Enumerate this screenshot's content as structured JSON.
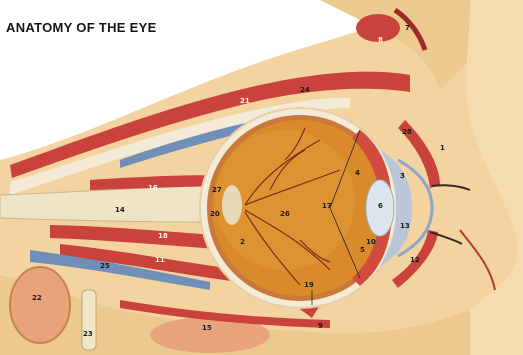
{
  "title": "ANATOMY OF THE EYE",
  "palette": {
    "skin": "#f2d49a",
    "bone": "#ecc98f",
    "muscle": "#c9423b",
    "muscle_dark": "#9c2a27",
    "vitreous": "#d98b2c",
    "retina_vessel": "#7a2a12",
    "nerve": "#efe4c6",
    "vein": "#6f8fb8",
    "iris": "#b9c6d8",
    "lens": "#dde6ef",
    "sclera": "#f4ead8",
    "fat": "#f3dca6",
    "bg_tissue": "#e9b38a"
  },
  "labels": [
    "1",
    "2",
    "3",
    "4",
    "5",
    "6",
    "7",
    "8",
    "9",
    "10",
    "11",
    "12",
    "13",
    "14",
    "15",
    "16",
    "17",
    "18",
    "19",
    "20",
    "21",
    "22",
    "23",
    "24",
    "25",
    "26",
    "27",
    "28"
  ]
}
